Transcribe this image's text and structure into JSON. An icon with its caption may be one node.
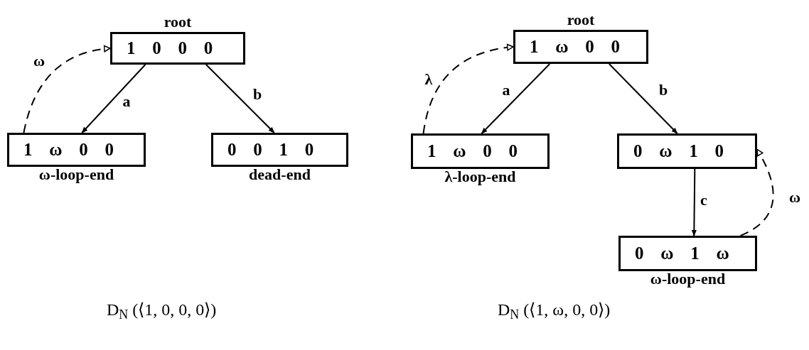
{
  "diagram": {
    "nodes": [
      {
        "text": [
          "root",
          "1 0 0 0"
        ]
      },
      {
        "text": [
          "1 ω 0 0",
          "ω-loop-end"
        ]
      },
      {
        "text": [
          "0 0 1 0",
          "dead-end"
        ]
      },
      {
        "text": [
          "root",
          "1 ω 0 0"
        ]
      },
      {
        "text": [
          "1 ω 0 0",
          "λ-loop-end"
        ]
      },
      {
        "text": [
          "0 ω 1 0"
        ]
      },
      {
        "text": [
          "0 ω 1 ω",
          "ω-loop-end"
        ]
      }
    ],
    "edges": [
      {
        "from": 0,
        "to": 1,
        "arrow": "to",
        "label": "a"
      },
      {
        "from": 0,
        "to": 2,
        "arrow": "to",
        "label": "b"
      },
      {
        "from": 1,
        "to": 0,
        "arrow": "to",
        "label": "ω",
        "style": "dashed"
      },
      {
        "from": 3,
        "to": 4,
        "arrow": "to",
        "label": "a"
      },
      {
        "from": 3,
        "to": 5,
        "arrow": "to",
        "label": "b"
      },
      {
        "from": 4,
        "to": 3,
        "arrow": "to",
        "label": "λ",
        "style": "dashed"
      },
      {
        "from": 5,
        "to": 6,
        "arrow": "to",
        "label": "c"
      },
      {
        "from": 6,
        "to": 5,
        "arrow": "to",
        "label": "ω",
        "style": "dashed"
      }
    ],
    "labels": [
      "D$_{N}$ (⟨1, 0, 0, 0⟩)",
      "D$_{N}$ (⟨1, ω, 0, 0⟩)"
    ]
  }
}
